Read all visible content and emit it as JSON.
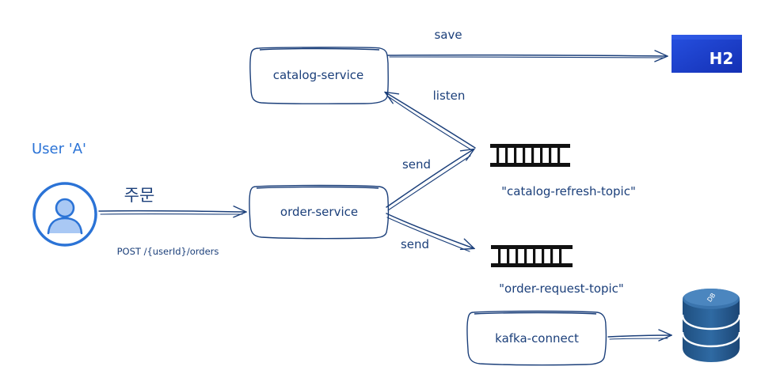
{
  "diagram": {
    "nodes": {
      "catalog_service": "catalog-service",
      "order_service": "order-service",
      "kafka_connect": "kafka-connect"
    },
    "edges": {
      "save": "save",
      "listen": "listen",
      "send_catalog": "send",
      "send_order": "send"
    },
    "user": {
      "label": "User 'A'",
      "action": "주문",
      "endpoint": "POST /{userId}/orders"
    },
    "topics": {
      "catalog_refresh": "\"catalog-refresh-topic\"",
      "order_request": "\"order-request-topic\""
    },
    "databases": {
      "h2": "H2",
      "db": "DB"
    },
    "colors": {
      "ink": "#1b3f7a",
      "user_blue": "#2b73d6",
      "h2_blue": "#1a3fc9",
      "db_blue": "#2a5e92"
    }
  }
}
